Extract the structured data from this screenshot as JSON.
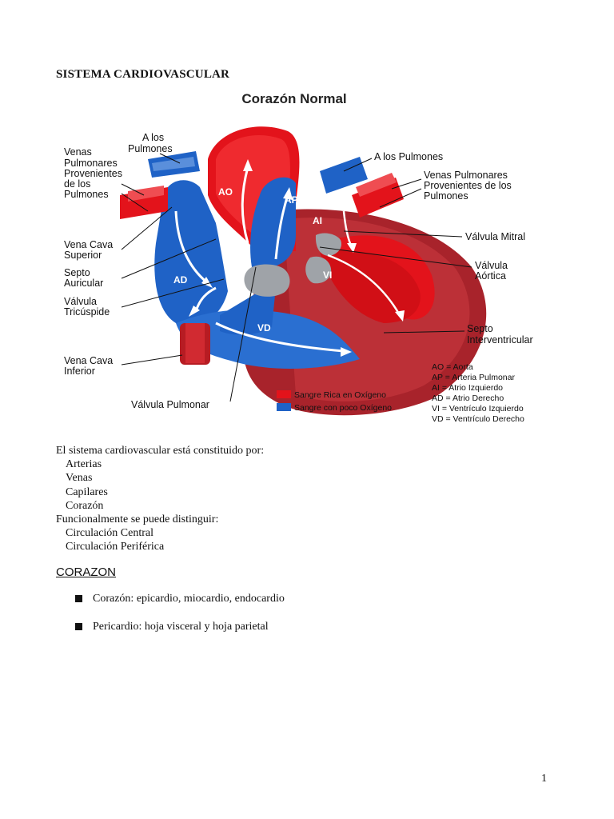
{
  "document": {
    "title": "SISTEMA CARDIOVASCULAR",
    "intro": "El sistema cardiovascular está constituido por:",
    "components": [
      "Arterias",
      "Venas",
      "Capilares",
      "Corazón"
    ],
    "functional_intro": "Funcionalmente se puede distinguir:",
    "circulations": [
      "Circulación Central",
      "Circulación Periférica"
    ],
    "bullet_glyph": "",
    "section_heading": "CORAZON",
    "bullets": [
      "Corazón: epicardio, miocardio, endocardio",
      "Pericardio: hoja visceral y   hoja parietal"
    ],
    "page_number": "1"
  },
  "figure": {
    "title": "Corazón Normal",
    "labels": {
      "a_los_pulmones_left": [
        "A los",
        "Pulmones"
      ],
      "venas_pulmonares_left": [
        "Venas",
        "Pulmonares",
        "Provenientes",
        "de los",
        "Pulmones"
      ],
      "vena_cava_superior": [
        "Vena Cava",
        "Superior"
      ],
      "septo_auricular": [
        "Septo",
        "Auricular"
      ],
      "valvula_tricuspide": [
        "Válvula",
        "Tricúspide"
      ],
      "vena_cava_inferior": [
        "Vena Cava",
        "Inferior"
      ],
      "valvula_pulmonar": "Válvula Pulmonar",
      "a_los_pulmones_right": "A los Pulmones",
      "venas_pulmonares_right": [
        "Venas Pulmonares",
        "Provenientes de los",
        "Pulmones"
      ],
      "valvula_mitral": "Válvula Mitral",
      "valvula_aortica": [
        "Válvula",
        "Aórtica"
      ],
      "septo_interventricular": [
        "Septo",
        "Interventricular"
      ]
    },
    "chambers": {
      "ao": "AO",
      "ap": "AP",
      "ai": "AI",
      "ad": "AD",
      "vi": "VI",
      "vd": "VD"
    },
    "legend": [
      {
        "label": "Sangre Rica en Oxígeno",
        "color": "#e3131b"
      },
      {
        "label": "Sangre con poco Oxígeno",
        "color": "#1f62c6"
      }
    ],
    "abbreviations": [
      "AO = Aorta",
      "AP = Arteria Pulmonar",
      "AI = Atrio Izquierdo",
      "AD = Atrio Derecho",
      "VI = Ventrículo Izquierdo",
      "VD = Ventrículo Derecho"
    ]
  }
}
